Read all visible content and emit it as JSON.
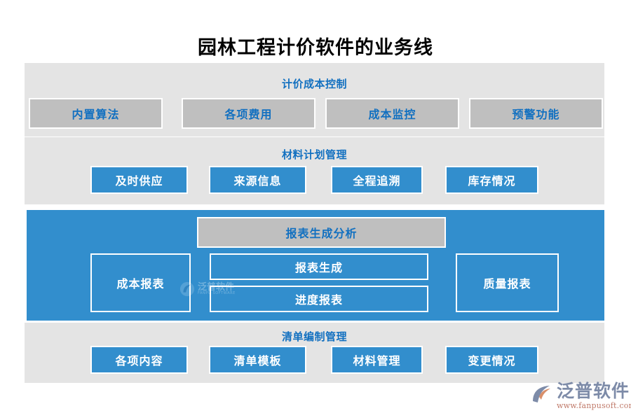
{
  "page": {
    "title": "园林工程计价软件的业务线",
    "background": "#ffffff",
    "accent_blue": "#328ecd",
    "heading_blue": "#1270c0",
    "gray_band": "#e4e4e4",
    "gray_chip": "#bfbfbf"
  },
  "sections": [
    {
      "id": "pricing-cost",
      "heading": "计价成本控制",
      "band_style": "gray",
      "chips": [
        {
          "label": "内置算法",
          "style": "gray"
        },
        {
          "label": "各项费用",
          "style": "gray"
        },
        {
          "label": "成本监控",
          "style": "gray"
        },
        {
          "label": "预警功能",
          "style": "gray"
        }
      ]
    },
    {
      "id": "material-plan",
      "heading": "材料计划管理",
      "band_style": "gray",
      "chips": [
        {
          "label": "及时供应",
          "style": "blue"
        },
        {
          "label": "来源信息",
          "style": "blue"
        },
        {
          "label": "全程追溯",
          "style": "blue"
        },
        {
          "label": "库存情况",
          "style": "blue"
        }
      ]
    },
    {
      "id": "report",
      "heading": "报表生成分析",
      "band_style": "blue",
      "chips": [
        {
          "label": "成本报表",
          "style": "outline"
        },
        {
          "label": "报表生成",
          "style": "outline"
        },
        {
          "label": "进度报表",
          "style": "outline"
        },
        {
          "label": "质量报表",
          "style": "outline"
        }
      ]
    },
    {
      "id": "bill",
      "heading": "清单编制管理",
      "band_style": "gray",
      "chips": [
        {
          "label": "各项内容",
          "style": "blue"
        },
        {
          "label": "清单模板",
          "style": "blue"
        },
        {
          "label": "材料管理",
          "style": "blue"
        },
        {
          "label": "变更情况",
          "style": "blue"
        }
      ]
    }
  ],
  "watermark": {
    "name": "泛普软件",
    "subtitle": "FANPU SOFTWARE"
  },
  "brand": {
    "name": "泛普软件",
    "url": "www.fanpusoft.com"
  }
}
